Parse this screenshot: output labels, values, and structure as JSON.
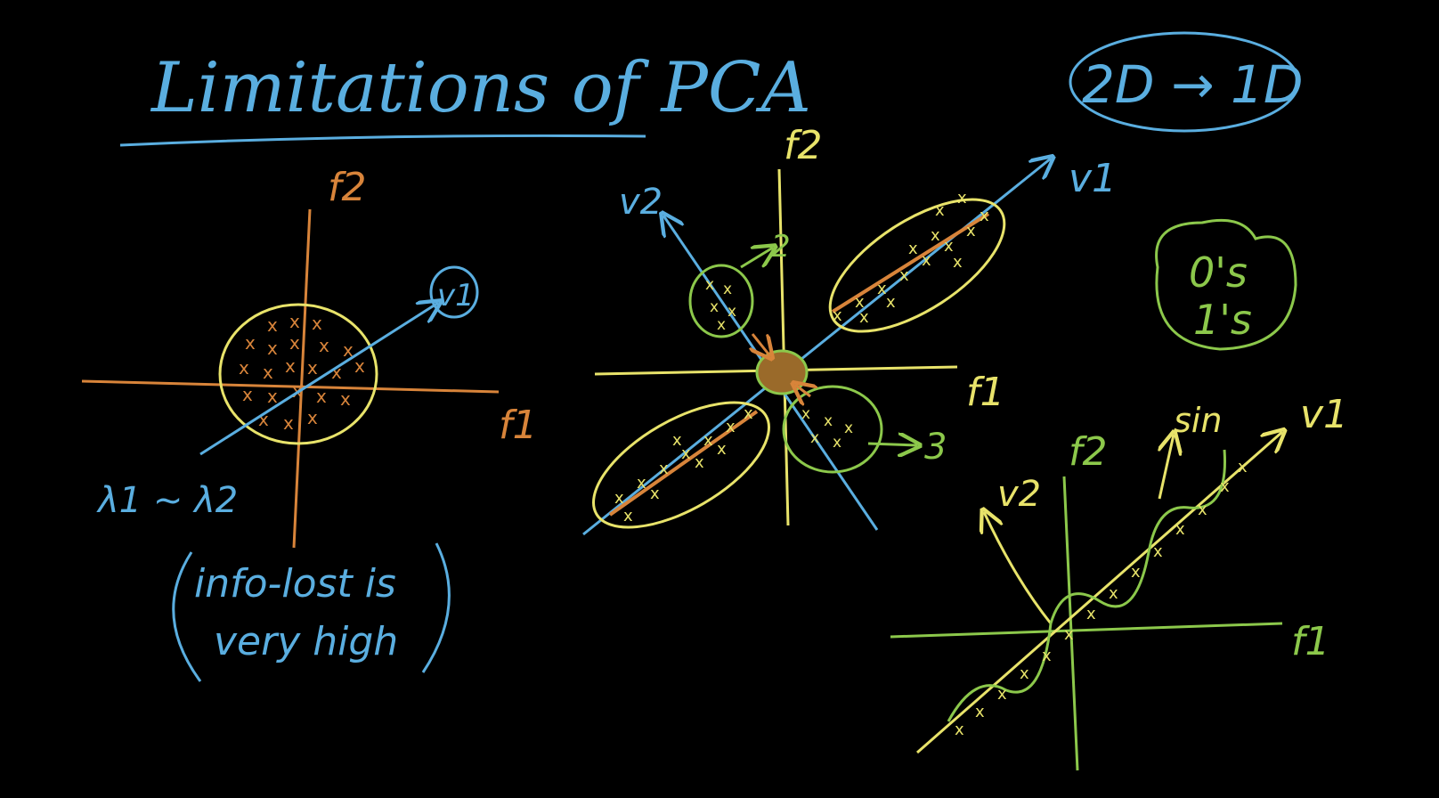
{
  "title": "Limitations of PCA",
  "corner_note": "2D → 1D",
  "colors": {
    "background": "#000000",
    "blue": "#5aaee0",
    "orange": "#d8843a",
    "yellow": "#e8e36a",
    "green": "#8cc84b"
  },
  "left_plot": {
    "x_axis": "f1",
    "y_axis": "f2",
    "vector": "v1",
    "eigen_note": "λ1 ~ λ2",
    "info_line1": "info-lost is",
    "info_line2": "very high"
  },
  "center_plot": {
    "x_axis": "f1",
    "y_axis": "f2",
    "vector1": "v1",
    "vector2": "v2",
    "cluster_label_2": "2",
    "cluster_label_3": "3"
  },
  "digits_note": {
    "line1": "0's",
    "line2": "1's"
  },
  "right_plot": {
    "x_axis": "f1",
    "y_axis": "f2",
    "vector1": "v1",
    "vector2": "v2",
    "curve_label": "sin"
  }
}
